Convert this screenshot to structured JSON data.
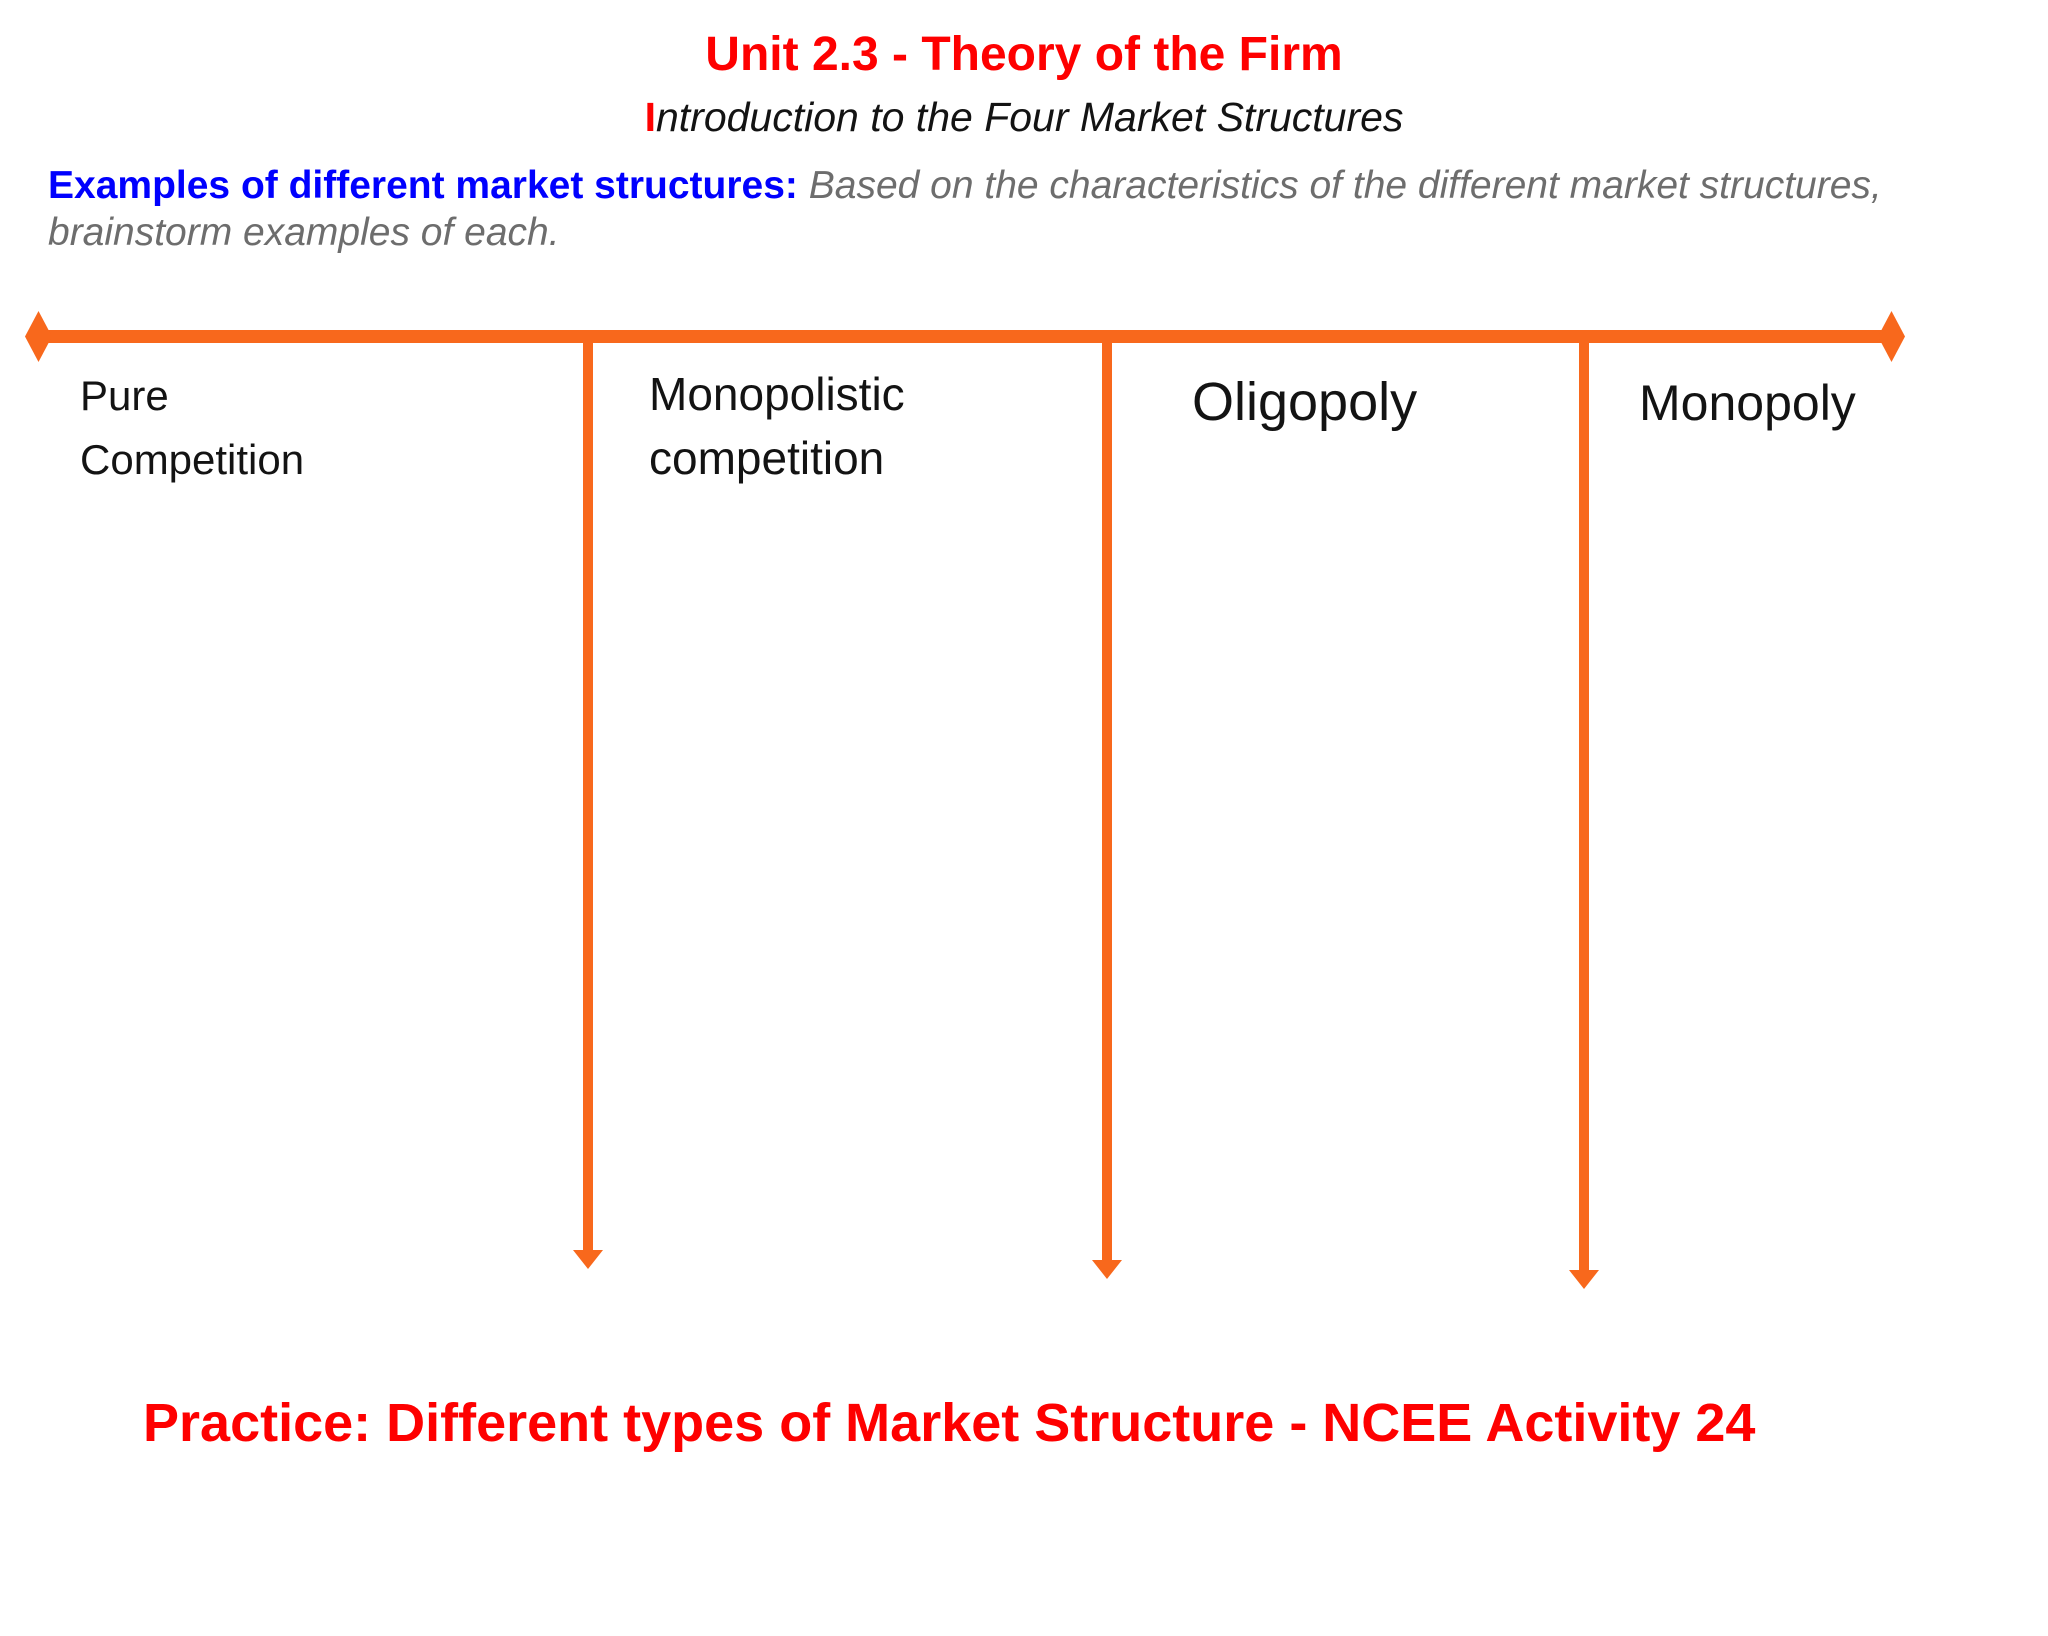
{
  "header": {
    "title": "Unit 2.3 - Theory of the Firm",
    "subtitle": {
      "initial": "I",
      "rest": "ntroduction to the Four Market Structures"
    }
  },
  "instructions": {
    "label": "Examples of different market structures:",
    "body": " Based on the characteristics of the different market structures,\nbrainstorm examples of each."
  },
  "diagram": {
    "type": "market-structure-spectrum",
    "columns": [
      {
        "label": "Pure\nCompetition"
      },
      {
        "label": "Monopolistic\ncompetition"
      },
      {
        "label": "Oligopoly"
      },
      {
        "label": "Monopoly"
      }
    ]
  },
  "footer": {
    "practice_heading": "Practice: Different types of Market Structure - NCEE Activity 24"
  },
  "colors": {
    "accent_orange": "#F8681C",
    "title_red": "#FE0000",
    "label_blue": "#0000FE",
    "body_gray": "#6D6D6D",
    "text_black": "#131313"
  }
}
